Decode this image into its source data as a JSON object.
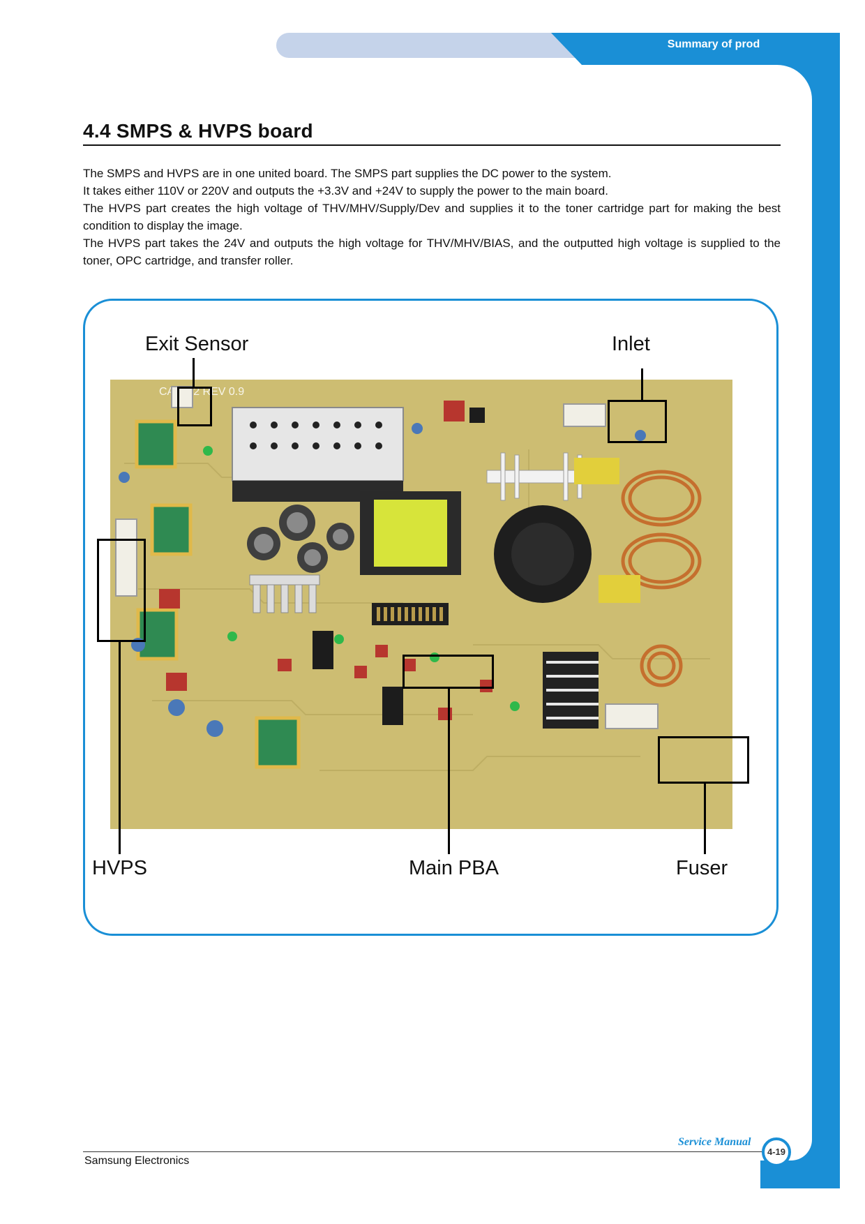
{
  "header": {
    "section_title": "Summary of product"
  },
  "section": {
    "title": "4.4 SMPS & HVPS board",
    "paragraphs": [
      "The SMPS and HVPS are in one united board.  The SMPS part supplies the DC power to the system.",
      "It takes either 110V or 220V and outputs the +3.3V and +24V to supply the power to the main board.",
      "The HVPS part creates the high voltage of THV/MHV/Supply/Dev and supplies it to the toner cartridge part for making the best condition to display the image.",
      "The HVPS part takes the 24V and outputs the high voltage for THV/MHV/BIAS, and the outputted high voltage is supplied to the toner, OPC cartridge, and transfer roller."
    ]
  },
  "figure": {
    "labels": {
      "exit_sensor": "Exit Sensor",
      "inlet": "Inlet",
      "hvps": "HVPS",
      "main_pba": "Main PBA",
      "fuser": "Fuser"
    },
    "board_silkscreen": "CA    L V2  REV 0.9"
  },
  "footer": {
    "company": "Samsung Electronics",
    "manual": "Service Manual",
    "page_number": "4-19"
  },
  "colors": {
    "accent": "#1a8fd6",
    "header_pill": "#c5d3ea",
    "pcb": "#cfc076"
  }
}
